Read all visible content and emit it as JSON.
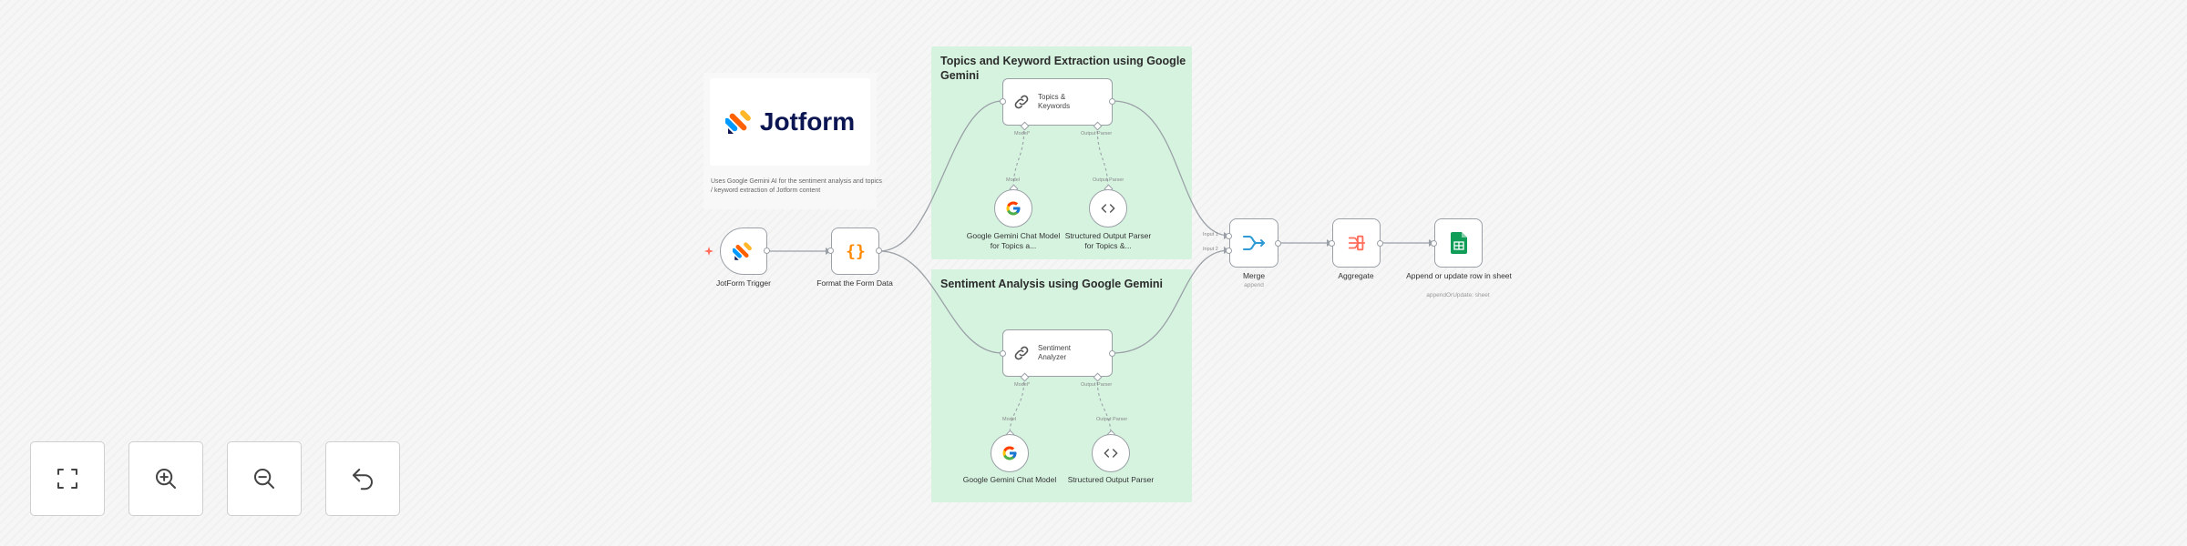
{
  "sticky_notes": {
    "topics": {
      "title": "Topics and Keyword Extraction using Google Gemini"
    },
    "sentiment": {
      "title": "Sentiment Analysis using Google Gemini"
    },
    "info": {
      "logo_text": "Jotform",
      "description": "Uses Google Gemini AI for the sentiment analysis and topics / keyword extraction of Jotform content"
    }
  },
  "nodes": {
    "jotform_trigger": {
      "label": "JotForm Trigger",
      "icon": "jotform-icon"
    },
    "format_form_data": {
      "label": "Format the Form Data",
      "icon": "braces-icon"
    },
    "topics_keywords": {
      "label": "Topics & Keywords",
      "icon": "link-icon",
      "port_model": "Model*",
      "port_parser": "Output Parser"
    },
    "gemini_topics": {
      "label": "Google Gemini Chat Model for Topics a...",
      "port": "Model",
      "icon": "google-icon"
    },
    "parser_topics": {
      "label": "Structured Output Parser for Topics &...",
      "port": "Output Parser",
      "icon": "code-icon"
    },
    "sentiment_analyzer": {
      "label": "Sentiment Analyzer",
      "icon": "link-icon",
      "port_model": "Model*",
      "port_parser": "Output Parser"
    },
    "gemini_sentiment": {
      "label": "Google Gemini Chat Model",
      "port": "Model",
      "icon": "google-icon"
    },
    "parser_sentiment": {
      "label": "Structured Output Parser",
      "port": "Output Parser",
      "icon": "code-icon"
    },
    "merge": {
      "label": "Merge",
      "sub": "append",
      "input1": "Input 1",
      "input2": "Input 2",
      "icon": "merge-icon"
    },
    "aggregate": {
      "label": "Aggregate",
      "icon": "aggregate-icon"
    },
    "sheets": {
      "label": "Append or update row in sheet",
      "sub": "appendOrUpdate: sheet",
      "icon": "sheets-icon"
    }
  },
  "controls": {
    "fit": {
      "icon": "fit-view-icon"
    },
    "zoom_in": {
      "icon": "zoom-in-icon"
    },
    "zoom_out": {
      "icon": "zoom-out-icon"
    },
    "reset": {
      "icon": "undo-icon"
    }
  },
  "colors": {
    "sticky_green": "#d6f3e0",
    "node_border": "#9aa0a6",
    "edge": "#9aa0a6",
    "accent_orange": "#ff6d5a",
    "sheets_green": "#0f9d58",
    "jotform_navy": "#0a1551"
  }
}
